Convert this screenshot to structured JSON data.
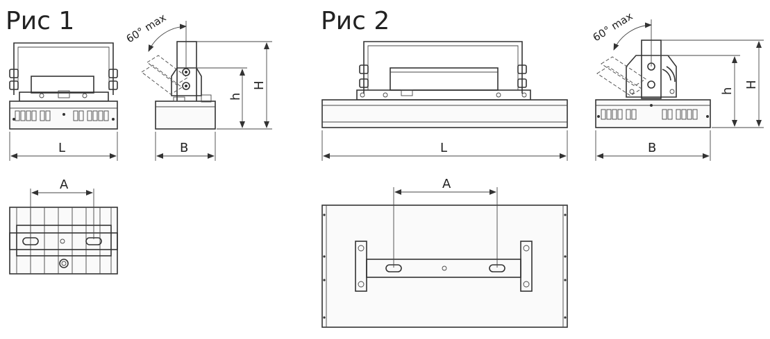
{
  "figures": {
    "fig1": {
      "title": "Рис 1",
      "angle": "60° max",
      "dims": {
        "L": "L",
        "B": "B",
        "h": "h",
        "H": "H",
        "A": "A"
      }
    },
    "fig2": {
      "title": "Рис 2",
      "angle": "60° max",
      "dims": {
        "L": "L",
        "B": "B",
        "h": "h",
        "H": "H",
        "A": "A"
      }
    }
  },
  "colors": {
    "line": "#333333",
    "background": "#ffffff"
  }
}
